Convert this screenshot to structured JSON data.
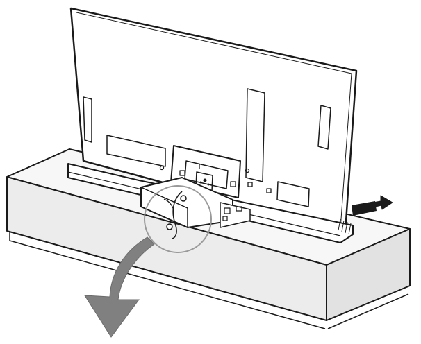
{
  "figure": {
    "kind": "installation-illustration",
    "subject": "tv-rear-view-on-stand",
    "icons": [
      "tv-back-panel",
      "stand-base",
      "cabinet",
      "cable-clamp-magnify-circle",
      "down-curved-arrow",
      "right-push-arrow"
    ],
    "colors": {
      "line": "#1a1a1a",
      "paper": "#ffffff",
      "cabinet_fill": "#ececec",
      "cabinet_top": "#f7f7f7",
      "cabinet_shadow": "#d9d9d9",
      "arrow_fill": "#808080",
      "magnify_ring": "#9a9a9a"
    }
  }
}
